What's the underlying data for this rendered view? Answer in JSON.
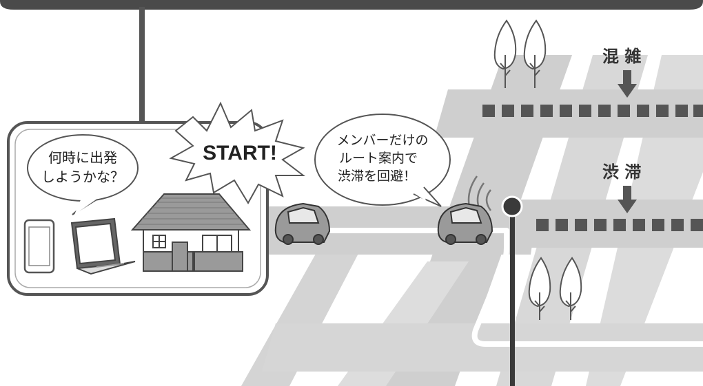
{
  "bubbles": {
    "thought": {
      "line1": "何時に出発",
      "line2": "しようかな？"
    },
    "start": "START!",
    "route": {
      "line1": "メンバーだけの",
      "line2": "ルート案内で",
      "line3": "渋滞を回避！"
    }
  },
  "labels": {
    "congestion": "混 雑",
    "traffic_jam": "渋 滞"
  },
  "colors": {
    "road": "#cfcfcf",
    "road_light": "#e6e6e6",
    "outline": "#555555",
    "car": "#9a9a9a",
    "dark": "#3a3a3a"
  }
}
